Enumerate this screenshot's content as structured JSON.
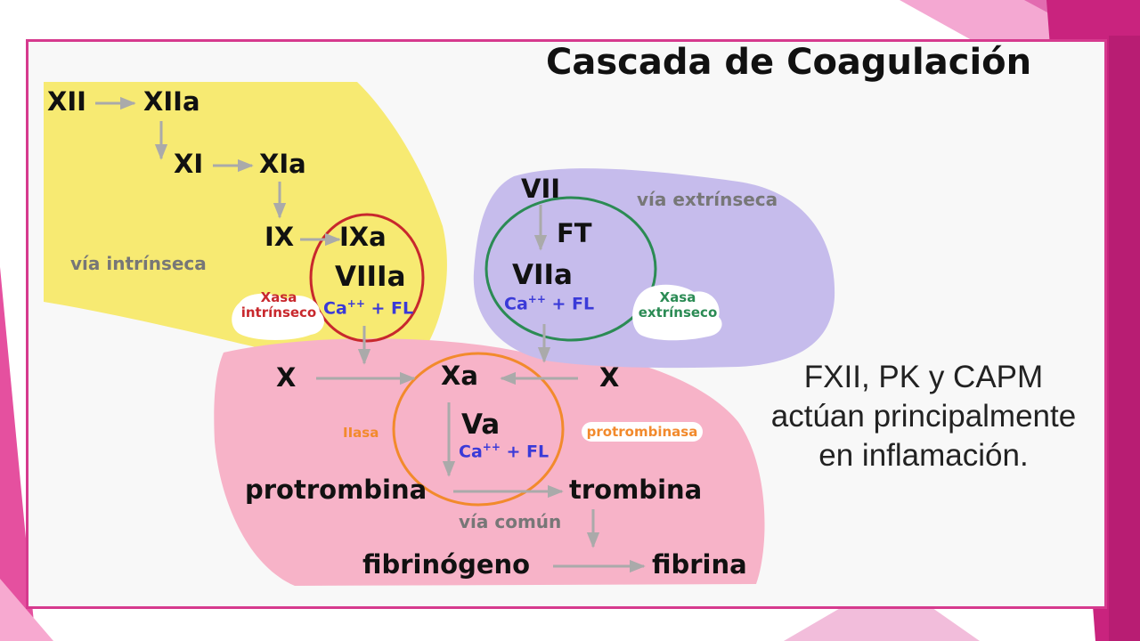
{
  "title": "Cascada de Coagulación",
  "pathways": {
    "intrinsic": "vía intrínseca",
    "extrinsic": "vía extrínseca",
    "common": "vía común"
  },
  "factors": {
    "xii": "XII",
    "xiia": "XIIa",
    "xi": "XI",
    "xia": "XIa",
    "ix": "IX",
    "ixa": "IXa",
    "viiia": "VIIIa",
    "vii": "VII",
    "ft": "FT",
    "viia": "VIIa",
    "x_left": "X",
    "xa": "Xa",
    "x_right": "X",
    "va": "Va",
    "protrombina": "protrombina",
    "trombina": "trombina",
    "fibrinogeno": "fibrinógeno",
    "fibrina": "fibrina"
  },
  "cofactors": {
    "base": "Ca",
    "charge": "++",
    "rest": " + FL"
  },
  "complexes": {
    "xasa_intr_1": "Xasa",
    "xasa_intr_2": "intrínseco",
    "xasa_extr_1": "Xasa",
    "xasa_extr_2": "extrínseco",
    "iiasa": "IIasa",
    "protrombinasa": "protrombinasa"
  },
  "note": {
    "line1": "FXII, PK y CAPM",
    "line2": "actúan principalmente",
    "line3": "en inflamación."
  },
  "colors": {
    "border": "#d63a8e",
    "intrinsic_fill": "#f7ea72",
    "extrinsic_fill": "#c6bcec",
    "common_fill": "#f7b3c8",
    "circle_red": "#c8282d",
    "circle_green": "#2b8b54",
    "circle_orange": "#f28a2c",
    "cofactor_blue": "#3a3ad8"
  }
}
